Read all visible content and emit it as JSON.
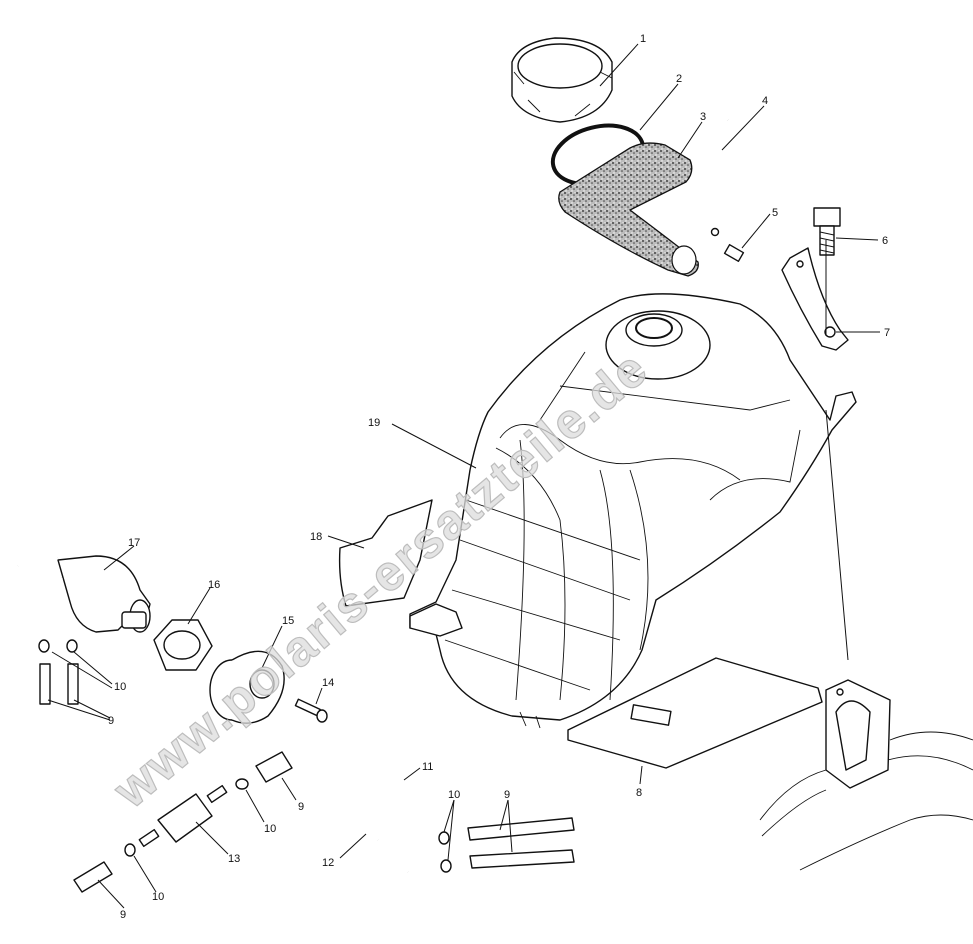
{
  "watermark": "www.polaris-ersatzteile.de",
  "callouts": {
    "c1": "1",
    "c2": "2",
    "c3": "3",
    "c4": "4",
    "c5": "5",
    "c6": "6",
    "c7": "7",
    "c8": "8",
    "c9": "9",
    "c10": "10",
    "c11": "11",
    "c12": "12",
    "c13": "13",
    "c14": "14",
    "c15": "15",
    "c16": "16",
    "c17": "17",
    "c18": "18",
    "c19": "19"
  }
}
